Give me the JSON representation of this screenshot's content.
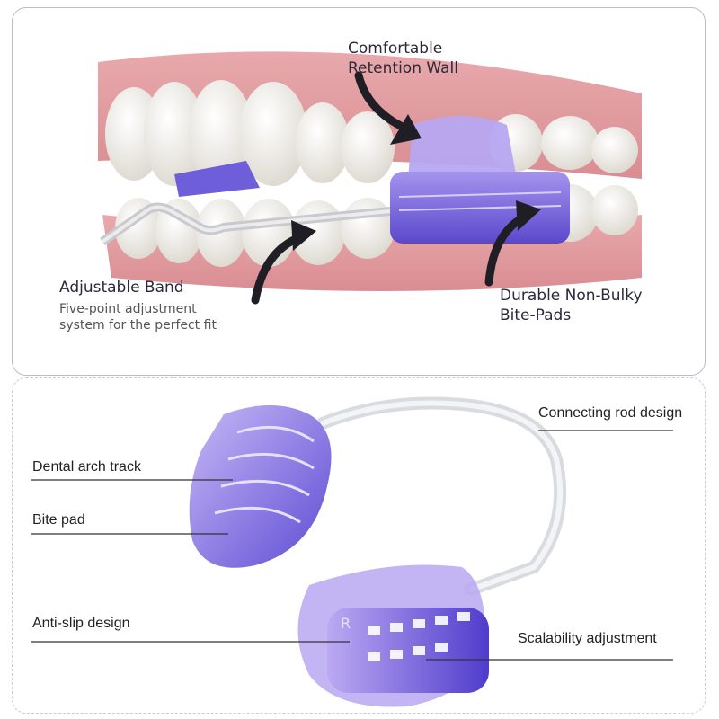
{
  "top": {
    "retention_wall": [
      "Comfortable",
      "Retention Wall"
    ],
    "adjustable_band": {
      "title": "Adjustable Band",
      "desc": [
        "Five-point adjustment",
        "system for the perfect fit"
      ]
    },
    "bite_pads": [
      "Durable Non-Bulky",
      "Bite-Pads"
    ]
  },
  "bottom": {
    "connecting_rod": "Connecting rod design",
    "dental_arch": "Dental arch track",
    "bite_pad": "Bite pad",
    "anti_slip": "Anti-slip design",
    "scalability": "Scalability adjustment",
    "pad_letter": "R"
  },
  "colors": {
    "gum": "#e7a3a6",
    "tooth": "#f2f0ea",
    "device_purple": "#6b5bd8",
    "device_light": "#b9a8f2",
    "band": "#d9dadd",
    "arrow": "#1e1e24"
  }
}
